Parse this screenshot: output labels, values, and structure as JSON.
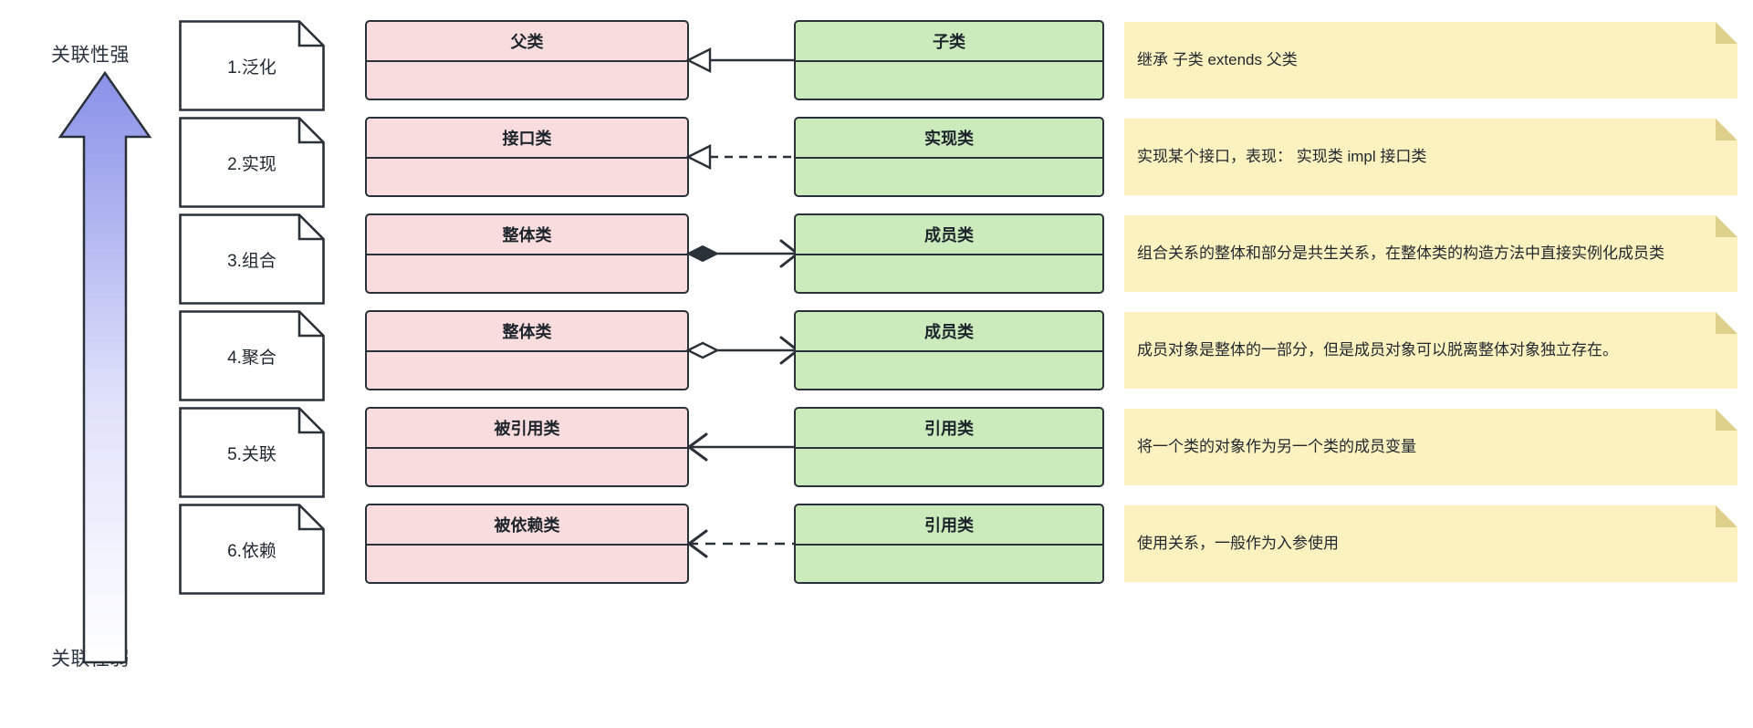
{
  "axis": {
    "top_label": "关联性强",
    "bottom_label": "关联性弱",
    "gradient_top": "#8a91e8",
    "gradient_bottom": "#ffffff"
  },
  "palette": {
    "class_pink_fill": "#f9ddde",
    "class_green_fill": "#ccebbd",
    "note_yellow_fill": "#fbf2c0",
    "note_fold_fill": "#ddd08a",
    "stroke": "#2a3139",
    "white_note_fill": "#ffffff"
  },
  "rows": [
    {
      "index": "1",
      "relation_label": "1.泛化",
      "left_class": "父类",
      "right_class": "子类",
      "arrow_type": "generalization",
      "arrow_desc": "hollow-triangle-solid-line",
      "note": "继承  子类 extends 父类"
    },
    {
      "index": "2",
      "relation_label": "2.实现",
      "left_class": "接口类",
      "right_class": "实现类",
      "arrow_type": "realization",
      "arrow_desc": "hollow-triangle-dashed-line",
      "note": "实现某个接口，表现： 实现类 impl 接口类"
    },
    {
      "index": "3",
      "relation_label": "3.组合",
      "left_class": "整体类",
      "right_class": "成员类",
      "arrow_type": "composition",
      "arrow_desc": "filled-diamond-open-arrow",
      "note": "组合关系的整体和部分是共生关系，在整体类的构造方法中直接实例化成员类"
    },
    {
      "index": "4",
      "relation_label": "4.聚合",
      "left_class": "整体类",
      "right_class": "成员类",
      "arrow_type": "aggregation",
      "arrow_desc": "hollow-diamond-open-arrow",
      "note": "成员对象是整体的一部分，但是成员对象可以脱离整体对象独立存在。"
    },
    {
      "index": "5",
      "relation_label": "5.关联",
      "left_class": "被引用类",
      "right_class": "引用类",
      "arrow_type": "association",
      "arrow_desc": "open-arrow-solid-line",
      "note": "将一个类的对象作为另一个类的成员变量"
    },
    {
      "index": "6",
      "relation_label": "6.依赖",
      "left_class": "被依赖类",
      "right_class": "引用类",
      "arrow_type": "dependency",
      "arrow_desc": "open-arrow-dashed-line",
      "note": "使用关系，一般作为入参使用"
    }
  ]
}
